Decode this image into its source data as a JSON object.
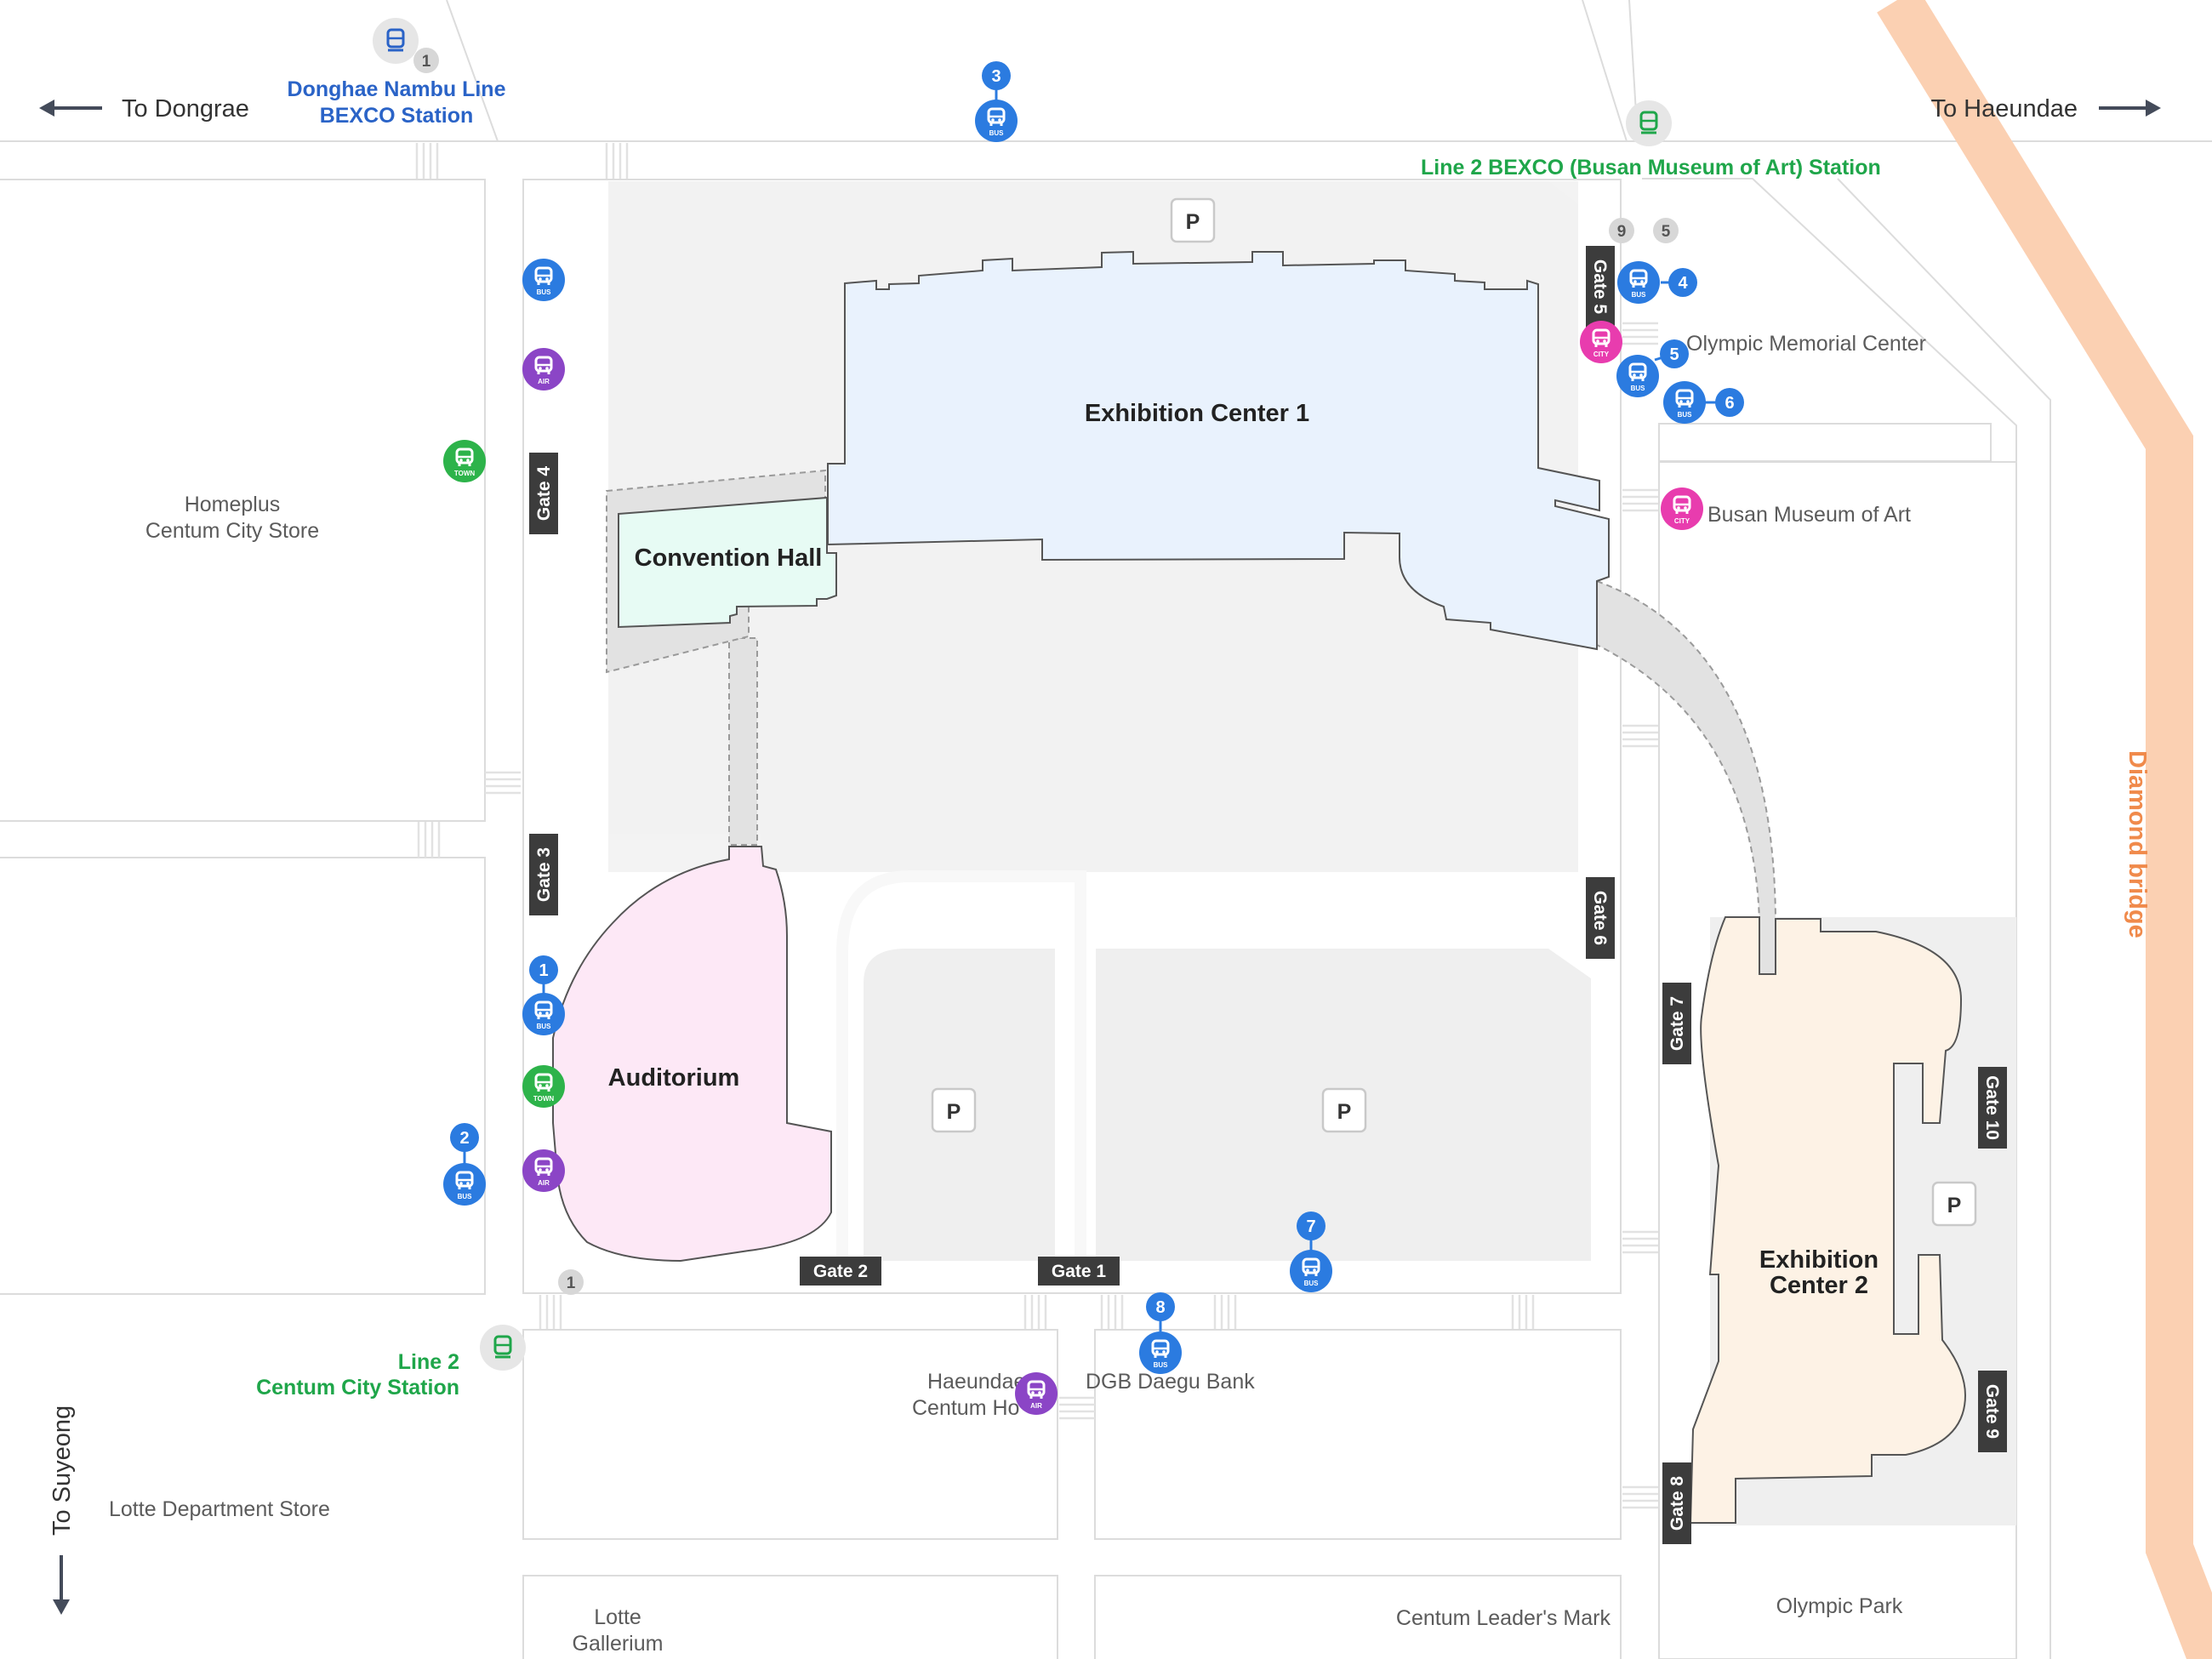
{
  "directions": {
    "dongrae": "To Dongrae",
    "haeundae": "To Haeundae",
    "suyeong": "To Suyeong"
  },
  "stations": {
    "donghae_line": "Donghae Nambu Line",
    "donghae_station": "BEXCO Station",
    "line2_bexco": "Line 2 BEXCO (Busan Museum of Art) Station",
    "line2_centum_line": "Line 2",
    "line2_centum_station": "Centum City Station"
  },
  "buildings": {
    "exhibition1": "Exhibition Center 1",
    "convention": "Convention Hall",
    "auditorium": "Auditorium",
    "exhibition2_l1": "Exhibition",
    "exhibition2_l2": "Center 2"
  },
  "places": {
    "homeplus_l1": "Homeplus",
    "homeplus_l2": "Centum City Store",
    "olympic_memorial": "Olympic Memorial Center",
    "museum": "Busan Museum of Art",
    "haeundae_centum_l1": "Haeundae",
    "haeundae_centum_l2": "Centum Ho",
    "dgb": "DGB Daegu Bank",
    "lotte_dept": "Lotte Department Store",
    "lotte_gallerium_l1": "Lotte",
    "lotte_gallerium_l2": "Gallerium",
    "centum_leaders": "Centum Leader's Mark",
    "olympic_park": "Olympic Park",
    "diamond_bridge": "Diamond bridge"
  },
  "gates": {
    "g1": "Gate 1",
    "g2": "Gate 2",
    "g3": "Gate 3",
    "g4": "Gate 4",
    "g5": "Gate 5",
    "g6": "Gate 6",
    "g7": "Gate 7",
    "g8": "Gate 8",
    "g9": "Gate 9",
    "g10": "Gate 10"
  },
  "parking_label": "P",
  "bus_stop_numbers": [
    "1",
    "2",
    "3",
    "4",
    "5",
    "6",
    "7",
    "8"
  ],
  "exit_numbers": [
    "1",
    "9",
    "5",
    "1"
  ],
  "badge_labels": {
    "bus": "BUS",
    "air": "AIR",
    "city": "CITY",
    "town": "TOWN"
  },
  "colors": {
    "bus": "#2b7be0",
    "air": "#8b45c6",
    "city": "#e83cae",
    "town": "#2db34a",
    "metro_green": "#1fa64a",
    "donghae_blue": "#2a63c7",
    "bridge": "#fbd0b2",
    "exhibition1": "#e9f2fd",
    "convention": "#e7fbf4",
    "auditorium": "#fde8f6",
    "exhibition2": "#fdf2e5"
  }
}
